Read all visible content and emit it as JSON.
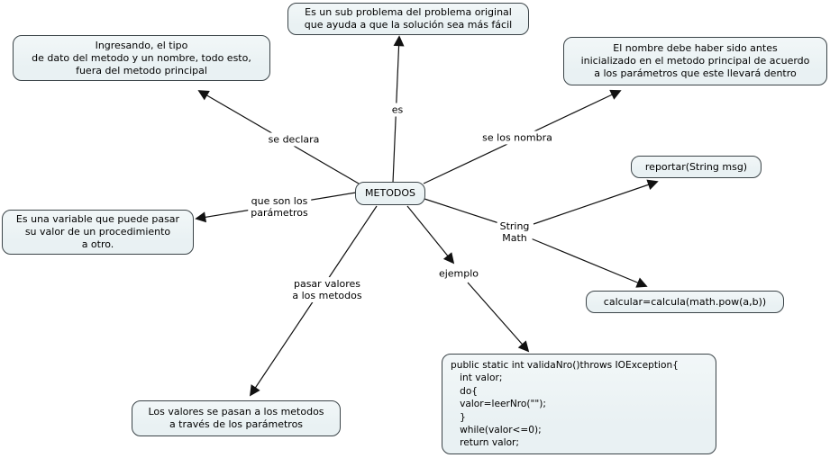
{
  "map": {
    "center": "METODOS",
    "nodes": {
      "subproblema": "Es un sub problema del problema original\nque ayuda a que la solución sea más fácil",
      "declaracion": "Ingresando, el tipo\nde dato del metodo y un nombre, todo esto,\nfuera del metodo principal",
      "nombre": "El nombre debe haber sido antes\ninicializado en el metodo principal de acuerdo\na los parámetros que este llevará dentro",
      "variable": "Es una variable que puede pasar\nsu valor de un procedimiento\na otro.",
      "reportar": "reportar(String msg)",
      "calcular": "calcular=calcula(math.pow(a,b))",
      "valores": "Los valores se pasan a los metodos\na través de los parámetros",
      "codigo": "public static int validaNro()throws IOException{\n   int valor;\n   do{\n   valor=leerNro(\"\");\n   }\n   while(valor<=0);\n   return valor;"
    },
    "links": {
      "es": "es",
      "se_declara": "se declara",
      "se_los_nombra": "se los nombra",
      "que_son": "que son los\nparámetros",
      "string_math": "String\nMath",
      "pasar_valores": "pasar valores\na los metodos",
      "ejemplo": "ejemplo"
    },
    "colors": {
      "node_fill": "#e9f1f3",
      "node_border": "#3b4448",
      "line": "#111111",
      "background": "#ffffff"
    }
  }
}
